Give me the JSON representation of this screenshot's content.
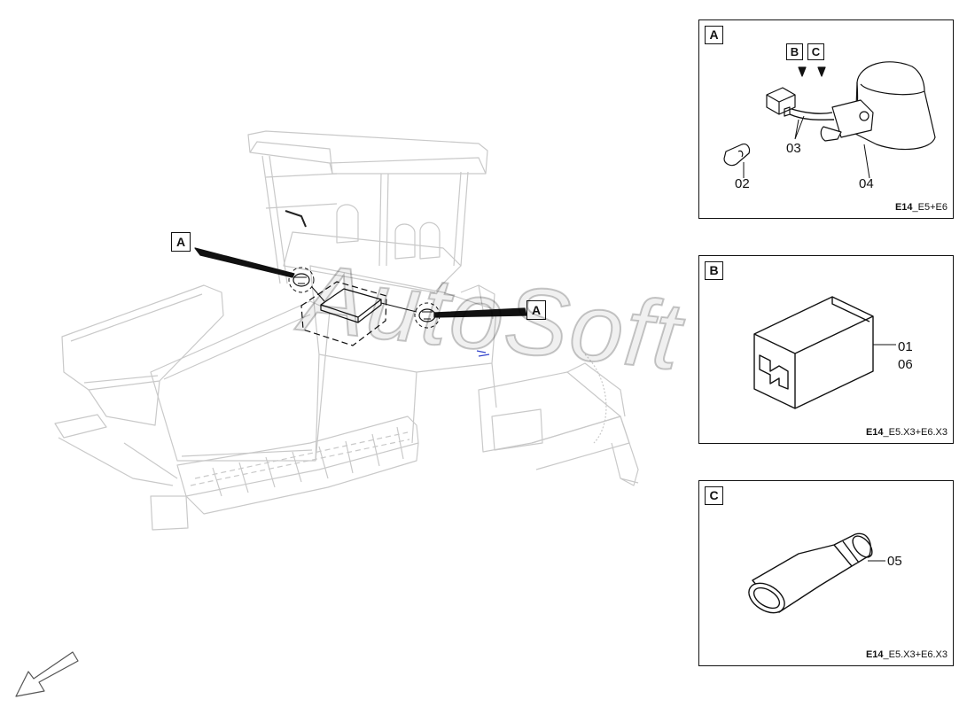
{
  "main_view": {
    "callouts": [
      {
        "label": "A"
      },
      {
        "label": "A"
      }
    ],
    "watermark": "AutoSoft"
  },
  "panels": [
    {
      "tag": "A",
      "sub_tags": [
        "B",
        "C"
      ],
      "parts": [
        "03",
        "02",
        "04"
      ],
      "code_bold": "E14",
      "code_rest": "_E5+E6"
    },
    {
      "tag": "B",
      "parts": [
        "01",
        "06"
      ],
      "code_bold": "E14",
      "code_rest": "_E5.X3+E6.X3"
    },
    {
      "tag": "C",
      "parts": [
        "05"
      ],
      "code_bold": "E14",
      "code_rest": "_E5.X3+E6.X3"
    }
  ],
  "icons": {
    "orientation": "orientation-arrow-icon"
  }
}
